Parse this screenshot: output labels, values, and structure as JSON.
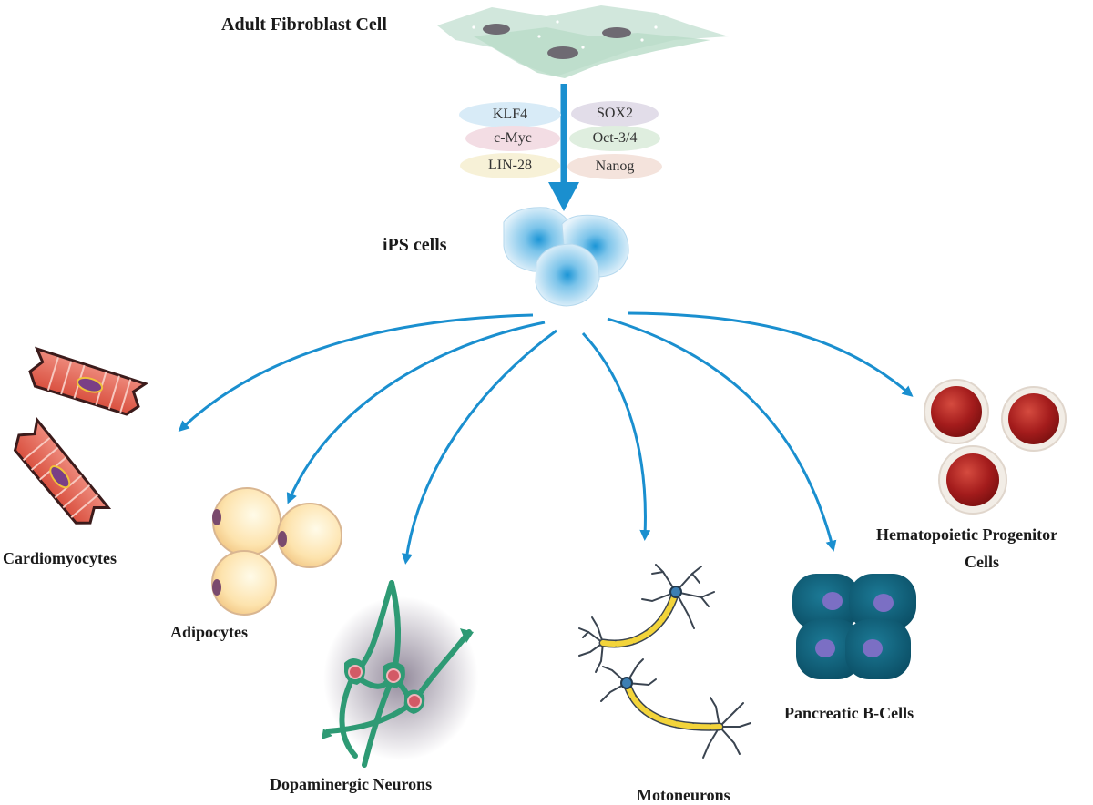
{
  "source": {
    "label": "Adult Fibroblast Cell"
  },
  "factors": {
    "left": [
      "KLF4",
      "c-Myc",
      "LIN-28"
    ],
    "right": [
      "SOX2",
      "Oct-3/4",
      "Nanog"
    ]
  },
  "ips": {
    "label": "iPS cells"
  },
  "outcomes": {
    "cardiomyocytes": "Cardiomyocytes",
    "adipocytes": "Adipocytes",
    "dopaminergic": "Dopaminergic Neurons",
    "motoneurons": "Motoneurons",
    "pancreatic": "Pancreatic B-Cells",
    "hematopoietic_line1": "Hematopoietic Progenitor",
    "hematopoietic_line2": "Cells"
  },
  "colors": {
    "arrow": "#1a8fcf",
    "fibroblast": "#cfe6da",
    "ips": "#3aa6dc",
    "muscle": "#e4685a",
    "fat": "#fde6b4",
    "neuron_green": "#2e9a74",
    "axon": "#f3d43a",
    "beta_cell": "#0f5c78",
    "blood": "#a51d1d"
  }
}
